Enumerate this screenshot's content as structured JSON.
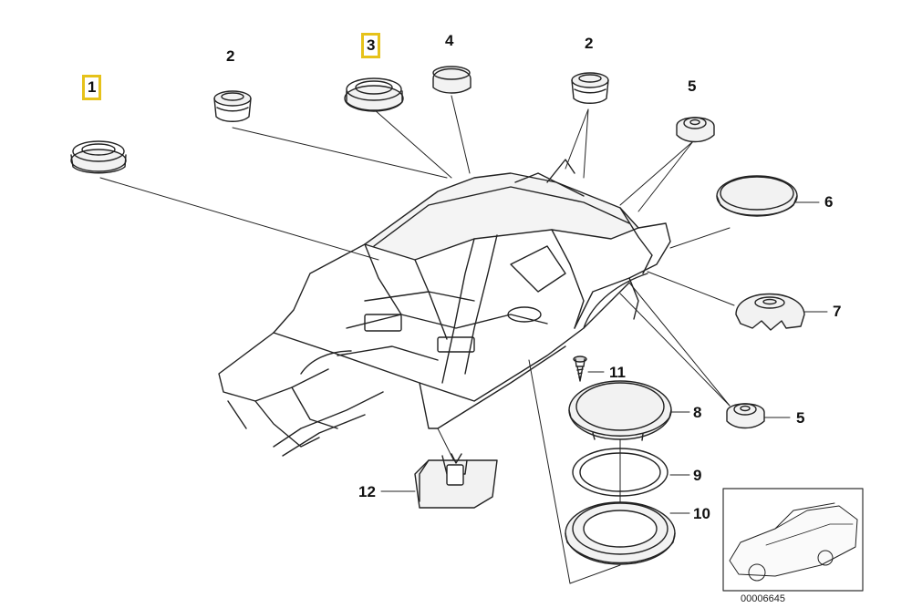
{
  "diagram": {
    "document_code": "00006645",
    "highlighted_callouts": [
      "1",
      "3"
    ],
    "highlight_color": "#e6c21a",
    "callouts": {
      "c1": "1",
      "c2a": "2",
      "c3": "3",
      "c4": "4",
      "c2b": "2",
      "c5a": "5",
      "c6": "6",
      "c7": "7",
      "c5b": "5",
      "c8": "8",
      "c9": "9",
      "c10": "10",
      "c11": "11",
      "c12": "12"
    }
  }
}
